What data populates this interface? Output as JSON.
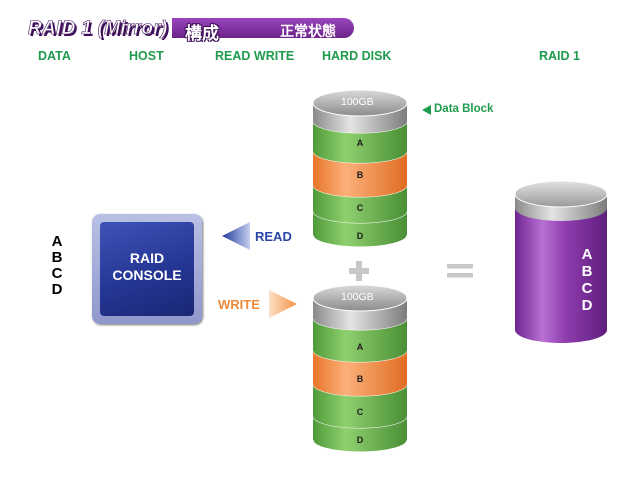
{
  "title": {
    "main": "RAID 1 (Mirror)",
    "cjk": "構成",
    "status": "正常状態"
  },
  "columns": [
    "DATA",
    "HOST",
    "READ WRITE",
    "HARD DISK",
    "RAID 1"
  ],
  "data_letters": [
    "A",
    "B",
    "C",
    "D"
  ],
  "console": {
    "line1": "RAID",
    "line2": "CONSOLE"
  },
  "read_label": "READ",
  "write_label": "WRITE",
  "legend": "Data Block",
  "disks": [
    {
      "capacity": "100GB",
      "blocks": [
        "A",
        "B",
        "C",
        "D"
      ]
    },
    {
      "capacity": "100GB",
      "blocks": [
        "A",
        "B",
        "C",
        "D"
      ]
    }
  ],
  "raid_volume": {
    "blocks": [
      "A",
      "B",
      "C",
      "D"
    ]
  },
  "colors": {
    "banner": "#7a2c9c",
    "header_green": "#1f9b4d",
    "block_green": "#6db352",
    "block_orange": "#f3873a",
    "raid_purple": "#8a3da8",
    "console_blue": "#2b3d9e",
    "read_arrow": "#3553b3",
    "write_arrow": "#f4a05a"
  },
  "icons": [
    "triangle-left-icon",
    "triangle-right-icon",
    "plus-icon",
    "equals-icon"
  ]
}
